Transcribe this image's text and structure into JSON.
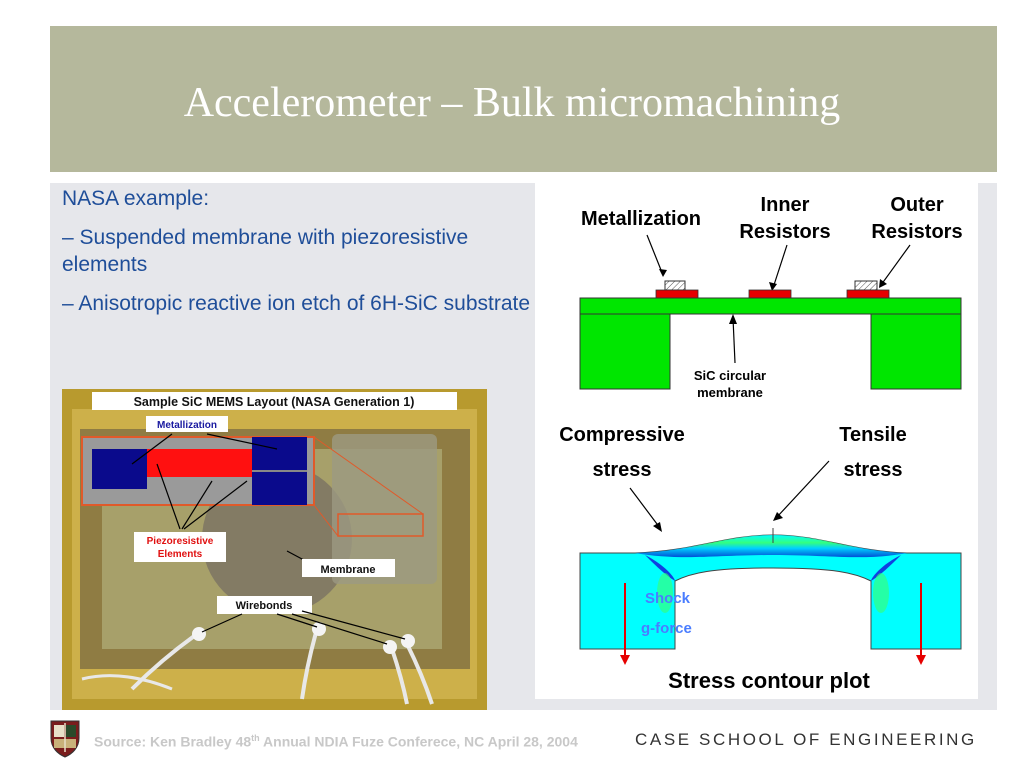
{
  "slide": {
    "title": "Accelerometer – Bulk micromachining"
  },
  "bullets": [
    "NASA example:",
    "– Suspended membrane with piezoresistive elements",
    "– Anisotropic reactive ion etch of 6H-SiC substrate"
  ],
  "photo": {
    "caption": "Sample SiC MEMS Layout (NASA Generation 1)",
    "labels": {
      "metallization": "Metallization",
      "piezo_line1": "Piezoresistive",
      "piezo_line2": "Elements",
      "membrane": "Membrane",
      "wirebonds": "Wirebonds"
    }
  },
  "diagram": {
    "labels": {
      "metallization": "Metallization",
      "inner_line1": "Inner",
      "inner_line2": "Resistors",
      "outer_line1": "Outer",
      "outer_line2": "Resistors",
      "membrane_line1": "SiC circular",
      "membrane_line2": "membrane",
      "compressive_line1": "Compressive",
      "compressive_line2": "stress",
      "tensile_line1": "Tensile",
      "tensile_line2": "stress",
      "shock_line1": "Shock",
      "shock_line2": "g-force",
      "contour_caption": "Stress contour plot"
    },
    "colors": {
      "substrate": "#00e600",
      "resistor": "#e60000",
      "stress_field": "#00ffff",
      "arrow": "#e60000"
    }
  },
  "footer": {
    "source_prefix": "Source: Ken Bradley 48",
    "source_sup": "th",
    "source_suffix": " Annual NDIA Fuze Conferece, NC  April 28, 2004",
    "brand": "CASE SCHOOL OF ENGINEERING",
    "logo_icon": "shield-logo-icon"
  }
}
